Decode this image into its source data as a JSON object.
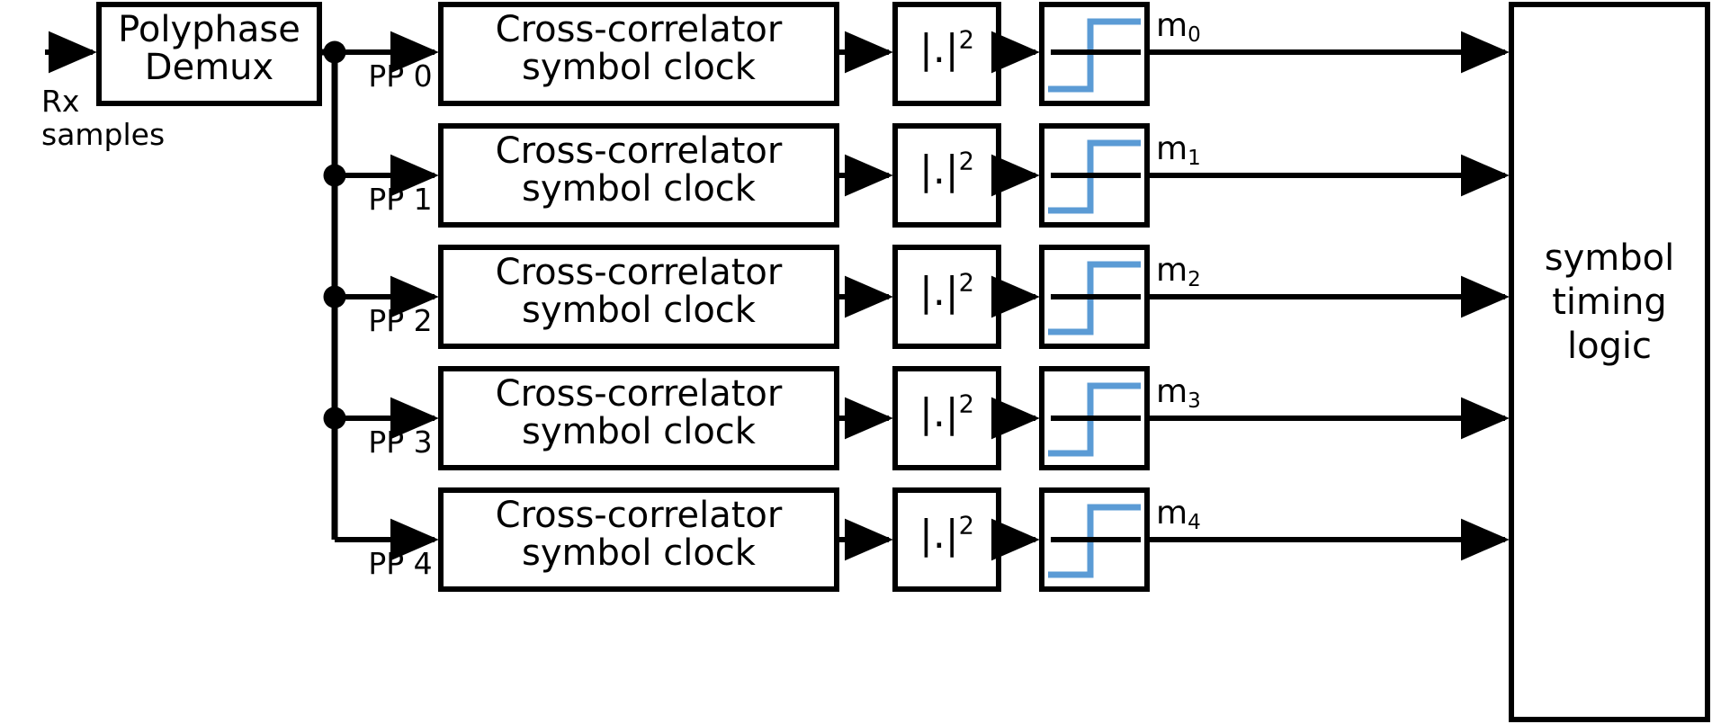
{
  "diagram": {
    "title": "Polyphase symbol timing recovery block diagram",
    "colors": {
      "line": "#000000",
      "text": "#000000",
      "step_curve": "#5B9BD5",
      "background": "#FFFFFF"
    },
    "input": {
      "label_line1": "Rx",
      "label_line2": "samples"
    },
    "demux": {
      "line1": "Polyphase",
      "line2": "Demux"
    },
    "output_block": {
      "line1": "symbol",
      "line2": "timing",
      "line3": "logic"
    },
    "correlator": {
      "line1": "Cross-correlator",
      "line2": "symbol clock"
    },
    "magnitude": {
      "base": "|.|",
      "exponent": "2"
    },
    "threshold": {
      "icon": "step-function-icon"
    },
    "branches": [
      {
        "phase_label": "PP 0",
        "output_base": "m",
        "output_sub": "0",
        "junction": true
      },
      {
        "phase_label": "PP 1",
        "output_base": "m",
        "output_sub": "1",
        "junction": true
      },
      {
        "phase_label": "PP 2",
        "output_base": "m",
        "output_sub": "2",
        "junction": true
      },
      {
        "phase_label": "PP 3",
        "output_base": "m",
        "output_sub": "3",
        "junction": true
      },
      {
        "phase_label": "PP 4",
        "output_base": "m",
        "output_sub": "4",
        "junction": false
      }
    ]
  }
}
